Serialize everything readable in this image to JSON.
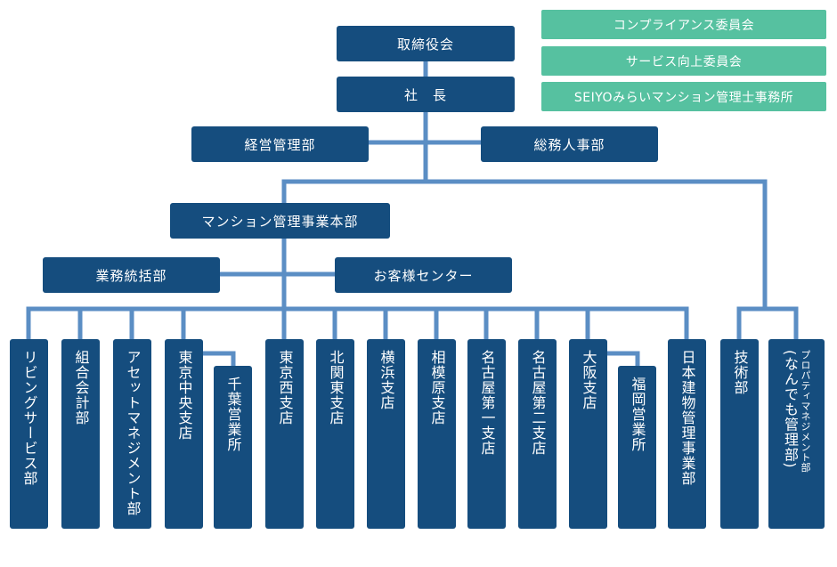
{
  "committees": [
    {
      "label": "コンプライアンス委員会"
    },
    {
      "label": "サービス向上委員会"
    },
    {
      "label": "SEIYOみらいマンション管理士事務所"
    }
  ],
  "top": {
    "board": "取締役会",
    "president": "社　長"
  },
  "staff": {
    "management": "経営管理部",
    "general_affairs": "総務人事部"
  },
  "mansion_hq": "マンション管理事業本部",
  "hq_staff": {
    "operations": "業務統括部",
    "customer_center": "お客様センター"
  },
  "departments": [
    {
      "label": "リビングサービス部"
    },
    {
      "label": "組合会計部"
    },
    {
      "label": "アセットマネジメント部"
    },
    {
      "label": "東京中央支店"
    },
    {
      "label": "千葉営業所"
    },
    {
      "label": "東京西支店"
    },
    {
      "label": "北関東支店"
    },
    {
      "label": "横浜支店"
    },
    {
      "label": "相模原支店"
    },
    {
      "label": "名古屋第一支店"
    },
    {
      "label": "名古屋第二支店"
    },
    {
      "label": "大阪支店"
    },
    {
      "label": "福岡営業所"
    },
    {
      "label": "日本建物管理事業部"
    }
  ],
  "technical": "技術部",
  "nandemo": {
    "label": "(なんでも管理部)",
    "sublabel": "プロパティマネジメント部"
  },
  "colors": {
    "box": "#154d7e",
    "line": "#5b8ec4",
    "committee": "#56c1a0"
  }
}
